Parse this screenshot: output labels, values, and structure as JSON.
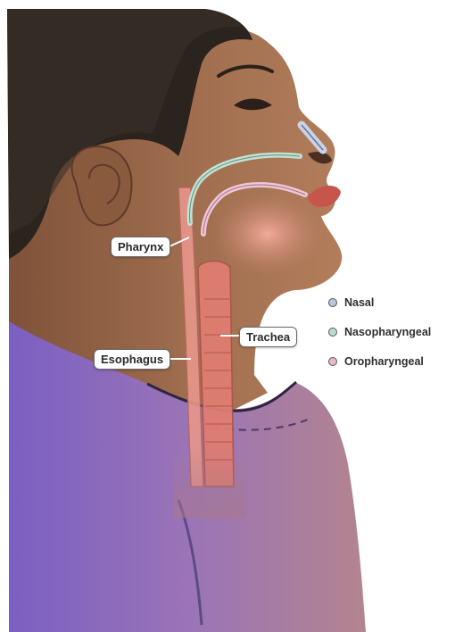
{
  "labels": {
    "pharynx": "Pharynx",
    "trachea": "Trachea",
    "esophagus": "Esophagus"
  },
  "legend": [
    {
      "label": "Nasal",
      "color": "#b9c6df"
    },
    {
      "label": "Nasopharyngeal",
      "color": "#b8dccd"
    },
    {
      "label": "Oropharyngeal",
      "color": "#e7b9cd"
    }
  ],
  "colors": {
    "skin": "#9c6a4b",
    "skin_shadow": "#7d5038",
    "hair": "#2c241f",
    "shirt": "#8a68bd",
    "tissue": "#e49a8d",
    "nasal_tube": "#c8d3e9",
    "nasopharyngeal_tube": "#bfe2d3",
    "oropharyngeal_tube": "#efc6d7"
  }
}
